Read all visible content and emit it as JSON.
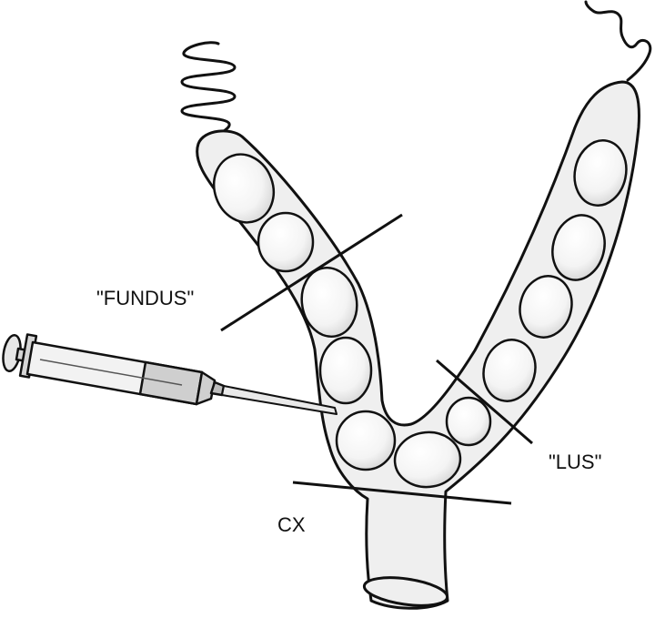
{
  "labels": {
    "fundus": "\"FUNDUS\"",
    "lus": "\"LUS\"",
    "cx": "CX"
  },
  "colors": {
    "outline": "#111111",
    "uterus_fill": "#efefef",
    "embryo_fill": "#f7f7f7",
    "background": "#ffffff"
  },
  "icons": {
    "injection": "syringe-icon",
    "ovary_coil": "coiled-ovary-icon"
  }
}
